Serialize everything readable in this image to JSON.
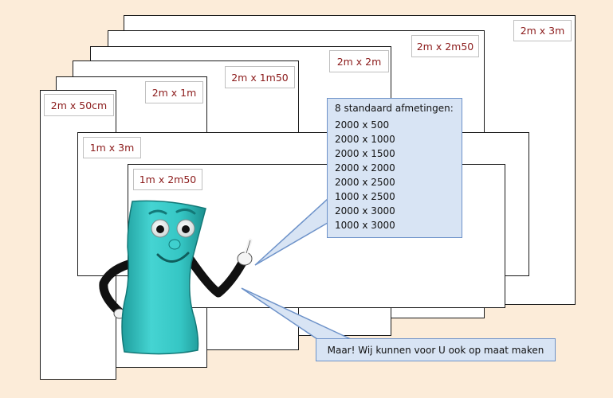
{
  "sheets": [
    {
      "id": "2m-x-3m",
      "label": "2m x 3m"
    },
    {
      "id": "2m-x-2m50",
      "label": "2m x 2m50"
    },
    {
      "id": "2m-x-2m",
      "label": "2m x 2m"
    },
    {
      "id": "2m-x-1m50",
      "label": "2m x 1m50"
    },
    {
      "id": "2m-x-1m",
      "label": "2m x 1m"
    },
    {
      "id": "2m-x-50cm",
      "label": "2m x 50cm"
    },
    {
      "id": "1m-x-3m",
      "label": "1m x 3m"
    },
    {
      "id": "1m-x-2m50",
      "label": "1m x 2m50"
    }
  ],
  "callout": {
    "title": "8 standaard  afmetingen:",
    "sizes": [
      "2000 x 500",
      "2000 x 1000",
      "2000 x 1500",
      "2000 x 2000",
      "2000 x 2500",
      "1000 x 2500",
      "2000 x 3000",
      "1000 x 3000"
    ]
  },
  "note": {
    "text": "Maar! Wij kunnen voor U ook op maat maken"
  },
  "colors": {
    "background": "#fcecd9",
    "label_text": "#8b1a1a",
    "callout_fill": "#d8e4f4",
    "callout_border": "#6d92c9",
    "mascot_body": "#35c6c4",
    "mascot_arms": "#111111"
  },
  "mascot": {
    "icon": "cartoon-sheet-mascot-icon"
  }
}
